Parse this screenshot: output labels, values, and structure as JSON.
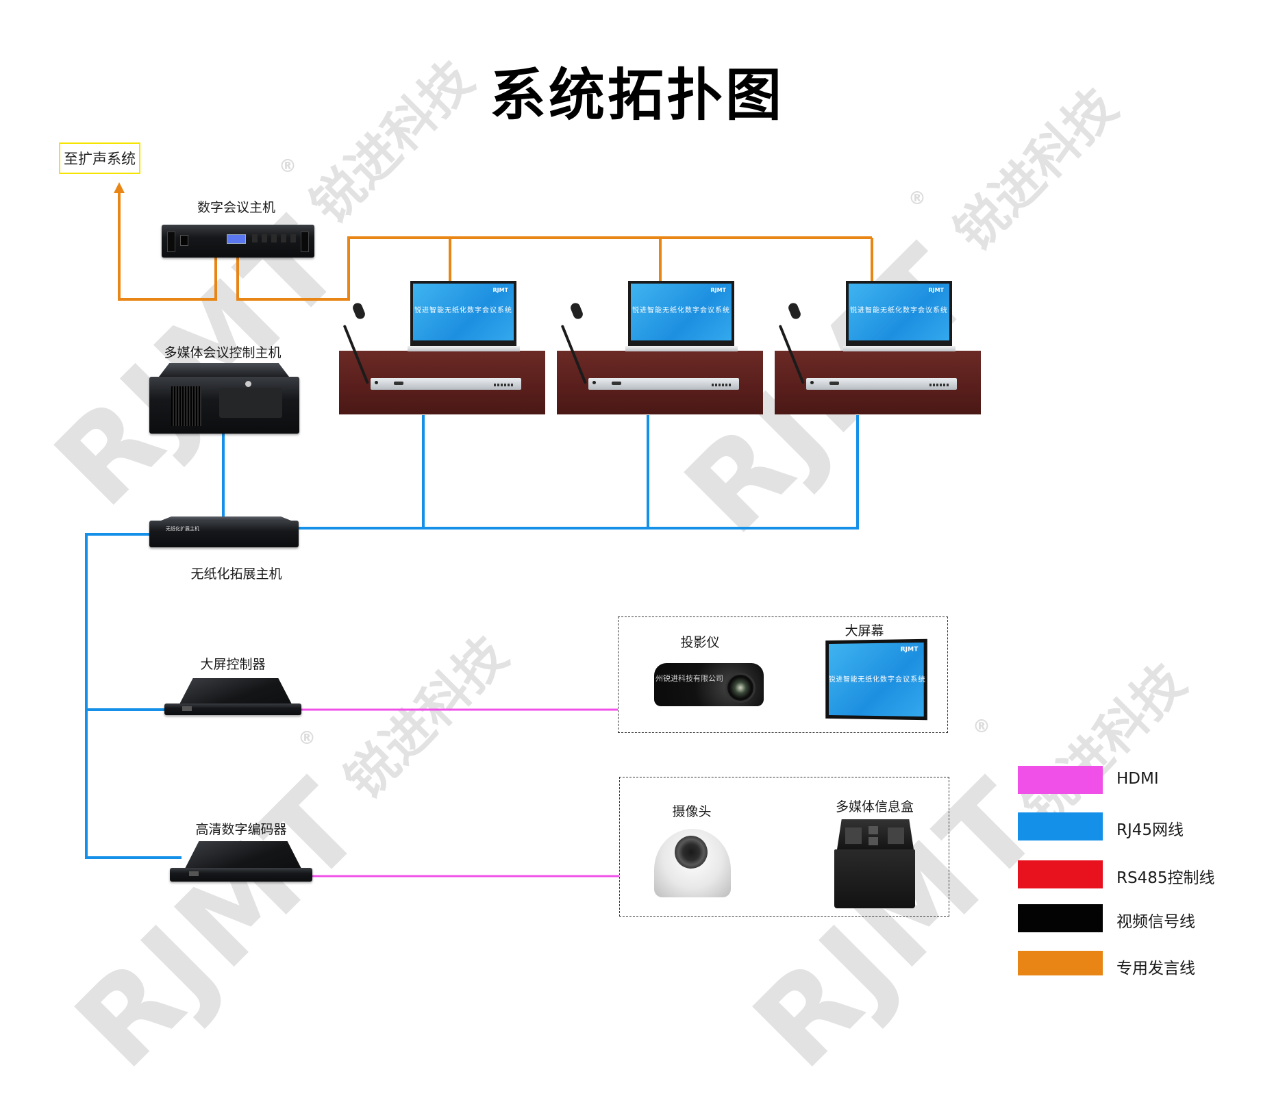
{
  "title": "系统拓扑图",
  "callout": {
    "label": "至扩声系统"
  },
  "devices": {
    "digital_host": {
      "label": "数字会议主机"
    },
    "multimedia_host": {
      "label": "多媒体会议控制主机"
    },
    "expansion_host": {
      "label": "无纸化拓展主机",
      "panel_text": "无纸化扩展主机"
    },
    "screen_controller": {
      "label": "大屏控制器"
    },
    "hd_encoder": {
      "label": "高清数字编码器"
    },
    "projector": {
      "label": "投影仪",
      "overlay_text": "州锐进科技有限公司"
    },
    "big_screen": {
      "label": "大屏幕"
    },
    "camera": {
      "label": "摄像头"
    },
    "media_box": {
      "label": "多媒体信息盒"
    }
  },
  "desk_units": [
    {
      "screen_title": "锐进智能无纸化数字会议系统",
      "brand": "RJMT"
    },
    {
      "screen_title": "锐进智能无纸化数字会议系统",
      "brand": "RJMT"
    },
    {
      "screen_title": "锐进智能无纸化数字会议系统",
      "brand": "RJMT"
    }
  ],
  "big_screen_display": {
    "screen_title": "锐进智能无纸化数字会议系统",
    "brand": "RJMT"
  },
  "legend": [
    {
      "label": "HDMI",
      "color": "#f050e8"
    },
    {
      "label": "RJ45网线",
      "color": "#1590e8"
    },
    {
      "label": "RS485控制线",
      "color": "#e8111e"
    },
    {
      "label": "视频信号线",
      "color": "#030303"
    },
    {
      "label": "专用发言线",
      "color": "#e88514"
    }
  ],
  "line_colors": {
    "hdmi": "#f050e8",
    "rj45": "#1590e8",
    "speech": "#e88514"
  },
  "watermark": {
    "cn": "锐进科技",
    "en": "RJMT",
    "reg": "®"
  }
}
